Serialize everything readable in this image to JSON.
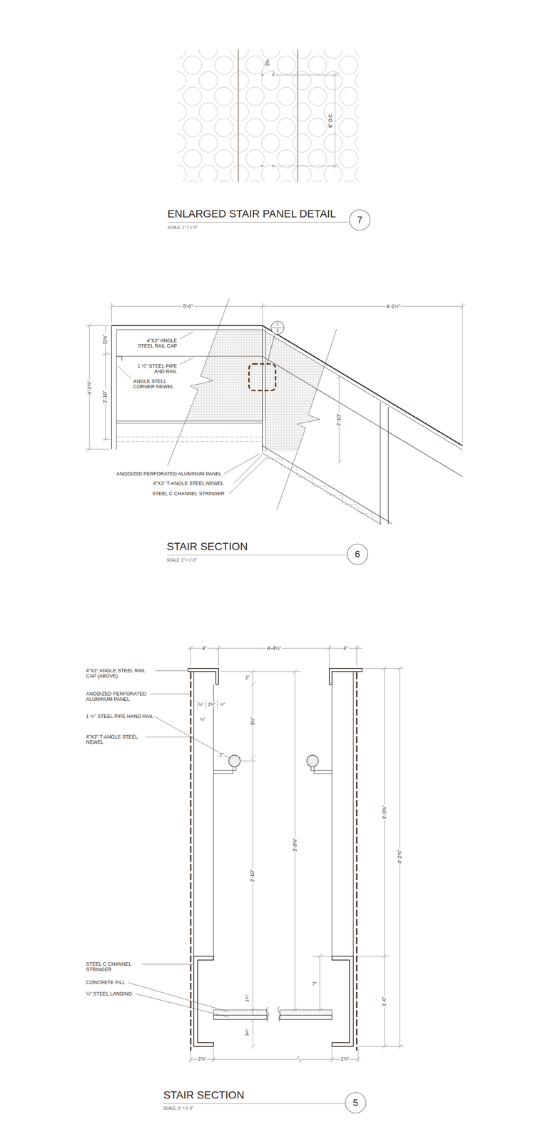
{
  "diagram": {
    "nodes": [
      {
        "text": [
          "7"
        ]
      },
      {
        "text": [
          "7",
          "2"
        ]
      },
      {
        "text": [
          "6"
        ]
      },
      {
        "text": [
          "5"
        ]
      }
    ],
    "labels": [
      "3⅜",
      "6\" O.C.",
      "ENLARGED STAIR PANEL DETAIL",
      "SCALE:  1\" = 1'-0\"",
      "5'-0\"",
      "4'-1½\"",
      "4'-2⅜\"",
      "11⅜\"",
      "2'-10\"",
      "4\"X2\" ANGLE STEEL RAIL CAP",
      "1 ½\" STEEL PIPE AND RAIL",
      "ANGLE STELL CORNER NEWEL",
      "2'-10\"",
      "ANODIZED PERFORATED ALUMINUM PANEL",
      "4\"X3\" T-ANGLE STEEL NEWEL",
      "STEEL C CHANNEL STRINGER",
      "STAIR SECTION",
      "SCALE:  1\" = 1'-0\"",
      "4\"",
      "4'-4¼\"",
      "4\"",
      "4\"X2\" ANGLE STEEL RAIL CAP (ABOVE)",
      "ANODIZED PERFORATED ALUMINUM PANEL",
      "1 ½\" STEEL PIPE HAND RAIL",
      "4\"X3\" T-ANGLE STEEL NEWEL",
      "2\"",
      "½\"",
      "2¾\"",
      "½\"",
      "¼\"",
      "9⅜\"",
      "2\"",
      "3'-9⅜\"",
      "2'-10\"",
      "3'-3⅜\"",
      "4'-2⅜\"",
      "7\"",
      "1'-0\"",
      "STEEL C CHANNEL STRINGER",
      "CONCRETE FILL",
      "¼\" STEEL LANDING",
      "1¾\"",
      "3¼\"",
      "2¾\"",
      "2¾\"",
      "STAIR SECTION",
      "SCALE:  3\" = 1'-0\""
    ]
  }
}
